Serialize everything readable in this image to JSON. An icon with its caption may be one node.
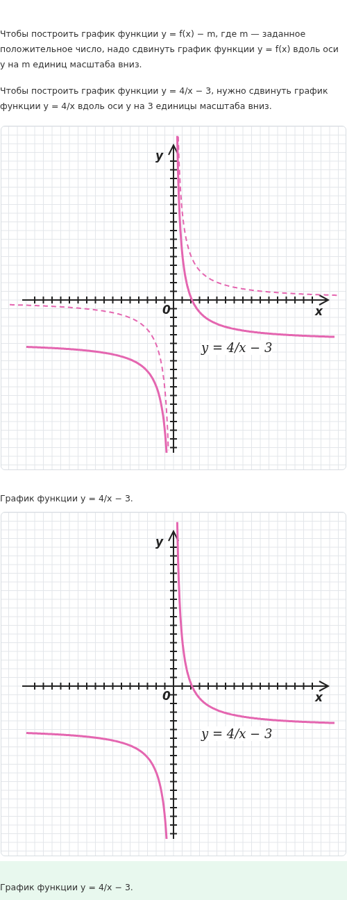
{
  "diagram": {
    "labels": [
      "Чтобы построить график функции y = f(x) − m, где m — заданное положительное число, надо сдвинуть график функции y = f(x) вдоль оси y на m единиц масштаба вниз.",
      "Чтобы построить график функции y = 4/x − 3, нужно сдвинуть график функции y = 4/x вдоль оси y на 3 единицы масштаба вниз.",
      "y",
      "x",
      "0",
      "y = 4/x − 3",
      "График функции y = 4/x − 3.",
      "y",
      "x",
      "0",
      "y = 4/x − 3",
      "График функции y = 4/x − 3."
    ]
  }
}
